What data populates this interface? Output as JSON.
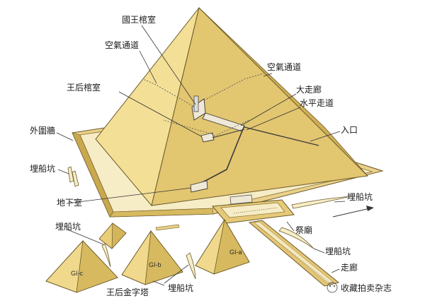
{
  "labels": {
    "kings_chamber": "國王棺室",
    "air_shaft_left": "空氣通道",
    "air_shaft_right": "空氣通道",
    "queens_chamber": "王后棺室",
    "grand_gallery": "大走廊",
    "horizontal_passage": "水平走道",
    "entrance": "入口",
    "outer_wall": "外圍牆",
    "boat_pit_left": "埋船坑",
    "underground_chamber": "地下室",
    "boat_pit_right_top": "埋船坑",
    "boat_pit_mid_left": "埋船坑",
    "mortuary_temple": "祭廟",
    "boat_pit_right_mid": "埋船坑",
    "boat_pit_bottom": "埋船坑",
    "queens_pyramids": "王后金字塔",
    "causeway": "走廊"
  },
  "pyramids": {
    "gia": "GI-a",
    "gib": "GI-b",
    "gic": "GI-c"
  },
  "watermark": {
    "text": "收藏拍卖杂志"
  },
  "colors": {
    "face_light": "#f3df96",
    "face_shade": "#ddc06a",
    "face_dark": "#c9a84e",
    "wall": "#e8cf86",
    "outline": "#6b5a2a"
  }
}
